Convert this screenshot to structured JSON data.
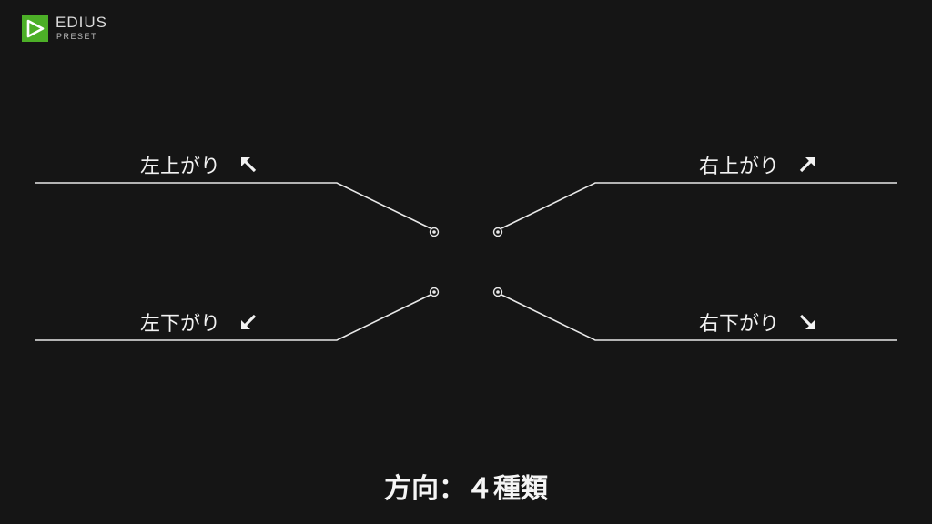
{
  "brand": {
    "name": "EDIUS",
    "sub": "PRESET",
    "color": "#4caf27"
  },
  "directions": {
    "up_left": "左上がり",
    "up_right": "右上がり",
    "down_left": "左下がり",
    "down_right": "右下がり"
  },
  "caption": "方向：４種類",
  "colors": {
    "background": "#151515",
    "line": "#e8e8e8",
    "text": "#f2f2f2"
  }
}
